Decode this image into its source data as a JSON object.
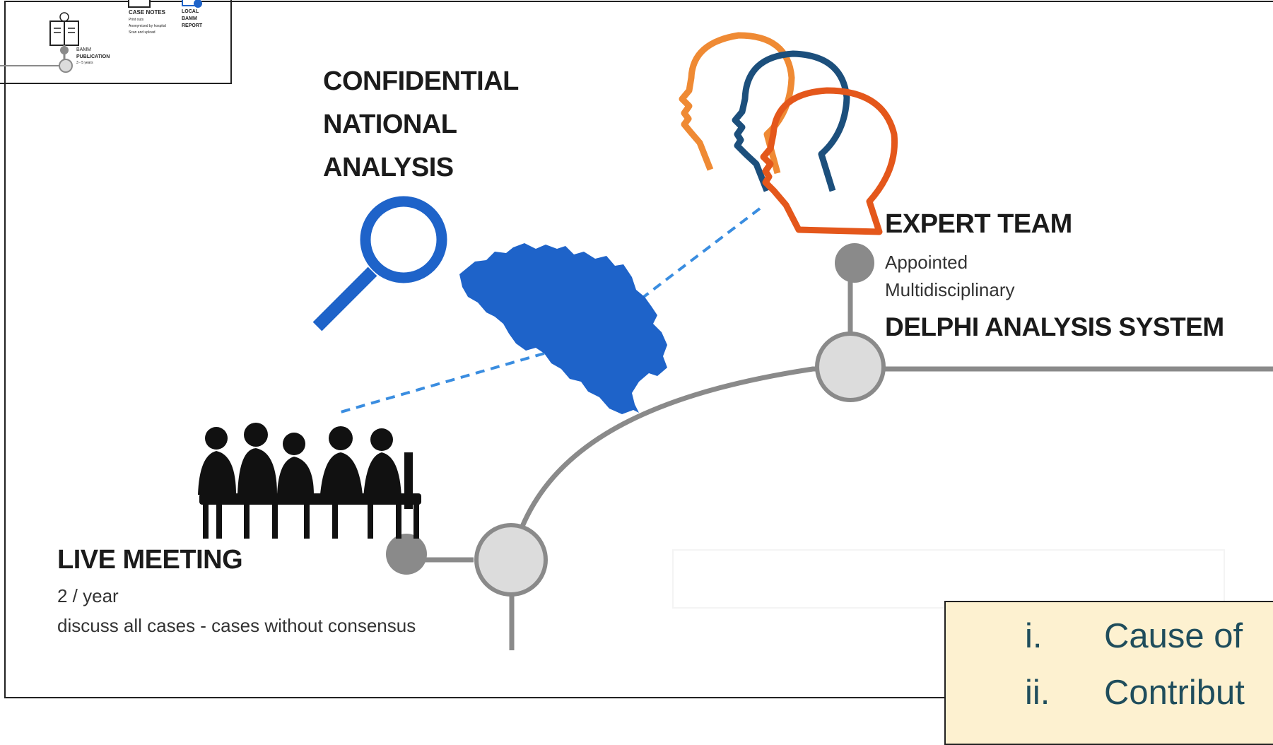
{
  "thumbnail": {
    "case_notes": {
      "title": "CASE NOTES",
      "line1": "Print outs",
      "line2": "Anonymized by hospital",
      "line3": "Scan and upload"
    },
    "local_report": {
      "line1": "LOCAL",
      "line2": "BAMM",
      "line3": "REPORT"
    },
    "publication": {
      "line1": "BAMM",
      "line2": "PUBLICATION",
      "line3": "3 - 5 years"
    }
  },
  "analysis": {
    "line1": "CONFIDENTIAL",
    "line2": "NATIONAL",
    "line3": "ANALYSIS"
  },
  "expert_team": {
    "title": "EXPERT TEAM",
    "line1": "Appointed",
    "line2": "Multidisciplinary",
    "system": "DELPHI ANALYSIS SYSTEM"
  },
  "live_meeting": {
    "title": "LIVE MEETING",
    "frequency": "2 / year",
    "description": "discuss all cases - cases without consensus"
  },
  "callout": {
    "items": [
      {
        "marker": "i.",
        "text": "Cause of"
      },
      {
        "marker": "ii.",
        "text": "Contribut"
      }
    ]
  },
  "colors": {
    "map_blue": "#1e63c9",
    "head_orange": "#ef8a34",
    "head_navy": "#1c4f7c",
    "head_red": "#e4571b",
    "timeline_grey": "#8a8a8a",
    "node_fill": "#dcdcdc",
    "callout_text": "#1f4d5c",
    "callout_bg": "#fdf1d0"
  }
}
